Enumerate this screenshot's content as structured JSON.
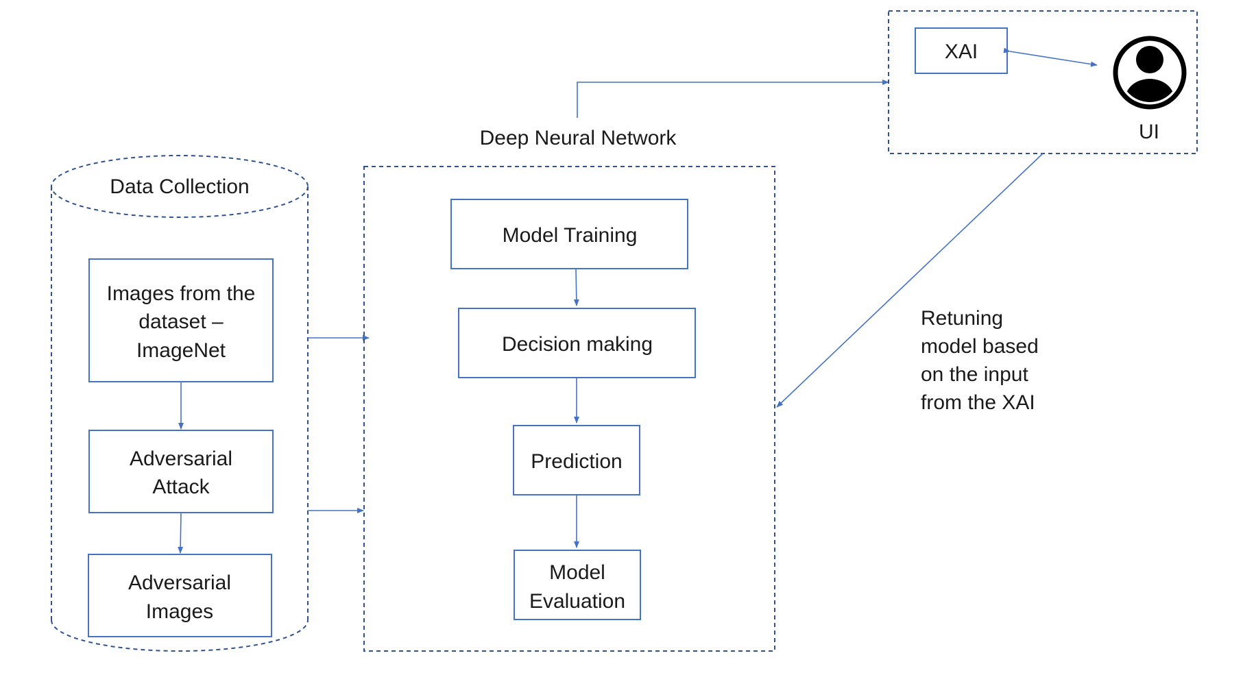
{
  "data_collection": {
    "title": "Data Collection",
    "box1": [
      "Images from the",
      "dataset –",
      "ImageNet"
    ],
    "box2": [
      "Adversarial",
      "Attack"
    ],
    "box3": [
      "Adversarial",
      "Images"
    ]
  },
  "dnn": {
    "title": "Deep Neural Network",
    "model_training": "Model Training",
    "decision_making": "Decision making",
    "prediction": "Prediction",
    "evaluation": [
      "Model",
      "Evaluation"
    ]
  },
  "xai_panel": {
    "xai": "XAI",
    "ui": "UI",
    "user_icon": "user-icon"
  },
  "retuning_note": [
    "Retuning",
    "model based",
    "on the input",
    "from the XAI"
  ],
  "colors": {
    "box_stroke": "#4472c4",
    "dashed_stroke": "#2f528f",
    "arrow": "#4472c4",
    "text": "#1a1a1a"
  }
}
